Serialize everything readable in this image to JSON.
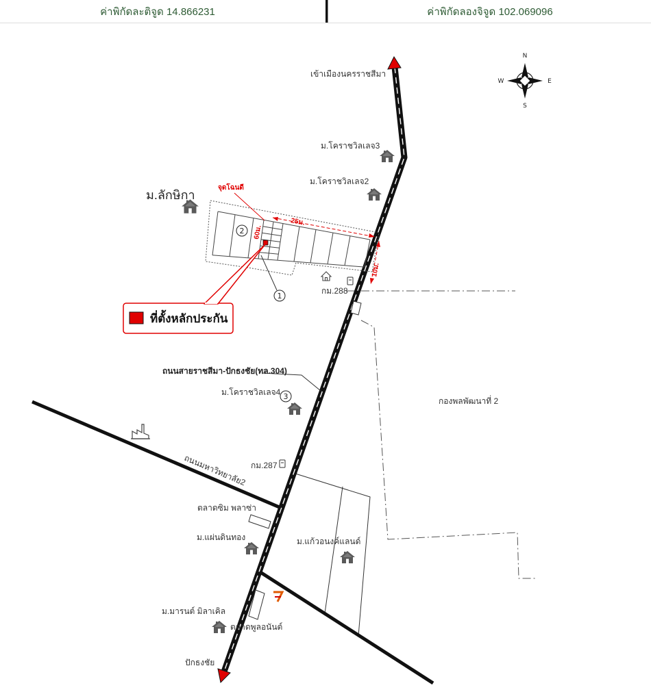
{
  "header": {
    "latitude_label": "ค่าพิกัดละติจูด 14.866231",
    "longitude_label": "ค่าพิกัดลองจิจูด 102.069096"
  },
  "compass": {
    "n": "N",
    "s": "S",
    "e": "E",
    "w": "W"
  },
  "labels": {
    "to_city": "เข้าเมืองนครราชสีมา",
    "village3": "ม.โคราชวิลเลจ3",
    "village2": "ม.โคราชวิลเลจ2",
    "laksika": "ม.ลักษิกา",
    "deed_point": "จุดโฉนดี",
    "km288": "กม.288",
    "highway": "ถนนสายราชสีมา-ปักธงชัย(ทล.304)",
    "village4": "ม.โคราชวิลเลจ4",
    "division": "กองพลพัฒนาที่ 2",
    "university_road": "ถนนมหาวิทยาลัย2",
    "km287": "กม.287",
    "sim_plaza": "ตลาดซิม พลาซ่า",
    "phaendin": "ม.แผ่นดินทอง",
    "kaewanong": "ม.แก้วอนงค์แลนด์",
    "market_poon": "ตลาดพูลอนันต์",
    "miracle": "ม.มารนต์ มิลาเคิล",
    "pakthongchai": "ปักธงชัย"
  },
  "markers": {
    "one": "1",
    "two": "2",
    "three": "3"
  },
  "dimensions": {
    "top": "25ม.",
    "side": "10ม.",
    "left": "60ม."
  },
  "legend": {
    "label": "ที่ตั้งหลักประกัน"
  },
  "colors": {
    "accent_red": "#e00000",
    "road": "#111111",
    "header_text": "#2e5b34",
    "icon_gray": "#5a5a5a"
  },
  "icons": [
    "compass-rose-icon",
    "house-icon",
    "factory-icon",
    "km-marker-icon",
    "seven-eleven-icon",
    "direction-arrow-icon"
  ]
}
